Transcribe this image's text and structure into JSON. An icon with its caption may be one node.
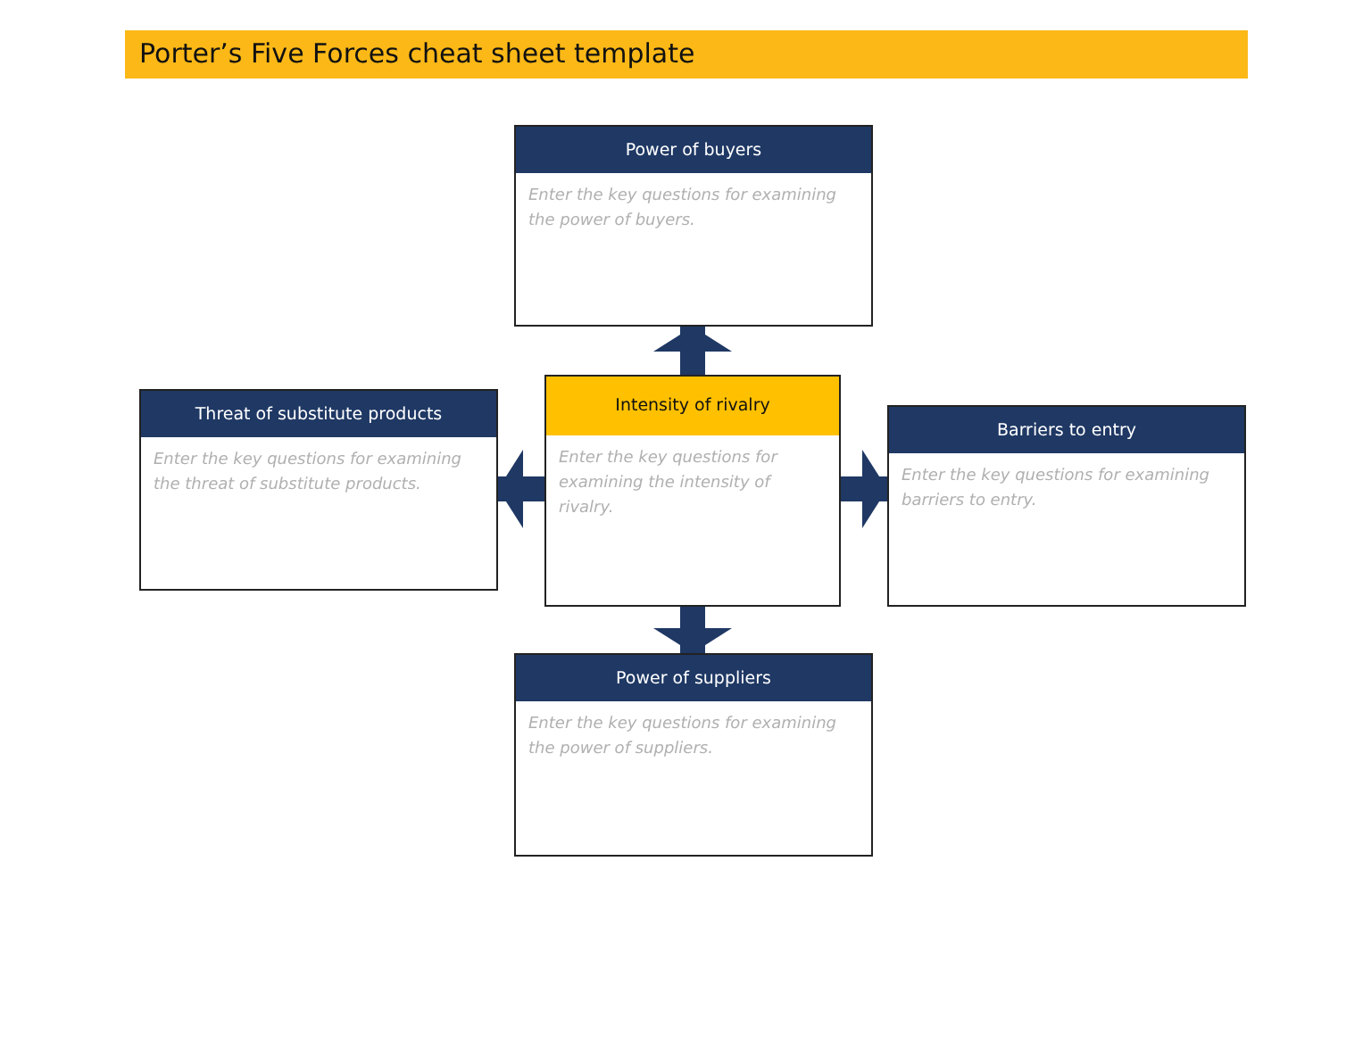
{
  "diagram": {
    "title": "Porter’s Five Forces cheat sheet template",
    "nodes": [
      {
        "text": [
          "Power of buyers",
          "Enter the key questions for examining the power of buyers."
        ]
      },
      {
        "text": [
          "Threat of substitute products",
          "Enter the key questions for examining the threat of substitute products."
        ]
      },
      {
        "text": [
          "Intensity of rivalry",
          "Enter the key questions for examining the intensity of rivalry."
        ]
      },
      {
        "text": [
          "Barriers to entry",
          "Enter the key questions for examining barriers to entry."
        ]
      },
      {
        "text": [
          "Power of suppliers",
          "Enter the key questions for examining the power of suppliers."
        ]
      }
    ],
    "edges": [
      {
        "from": 2,
        "to": 0,
        "arrow": "to"
      },
      {
        "from": 2,
        "to": 1,
        "arrow": "to"
      },
      {
        "from": 2,
        "to": 3,
        "arrow": "to"
      },
      {
        "from": 2,
        "to": 4,
        "arrow": "to"
      }
    ]
  }
}
